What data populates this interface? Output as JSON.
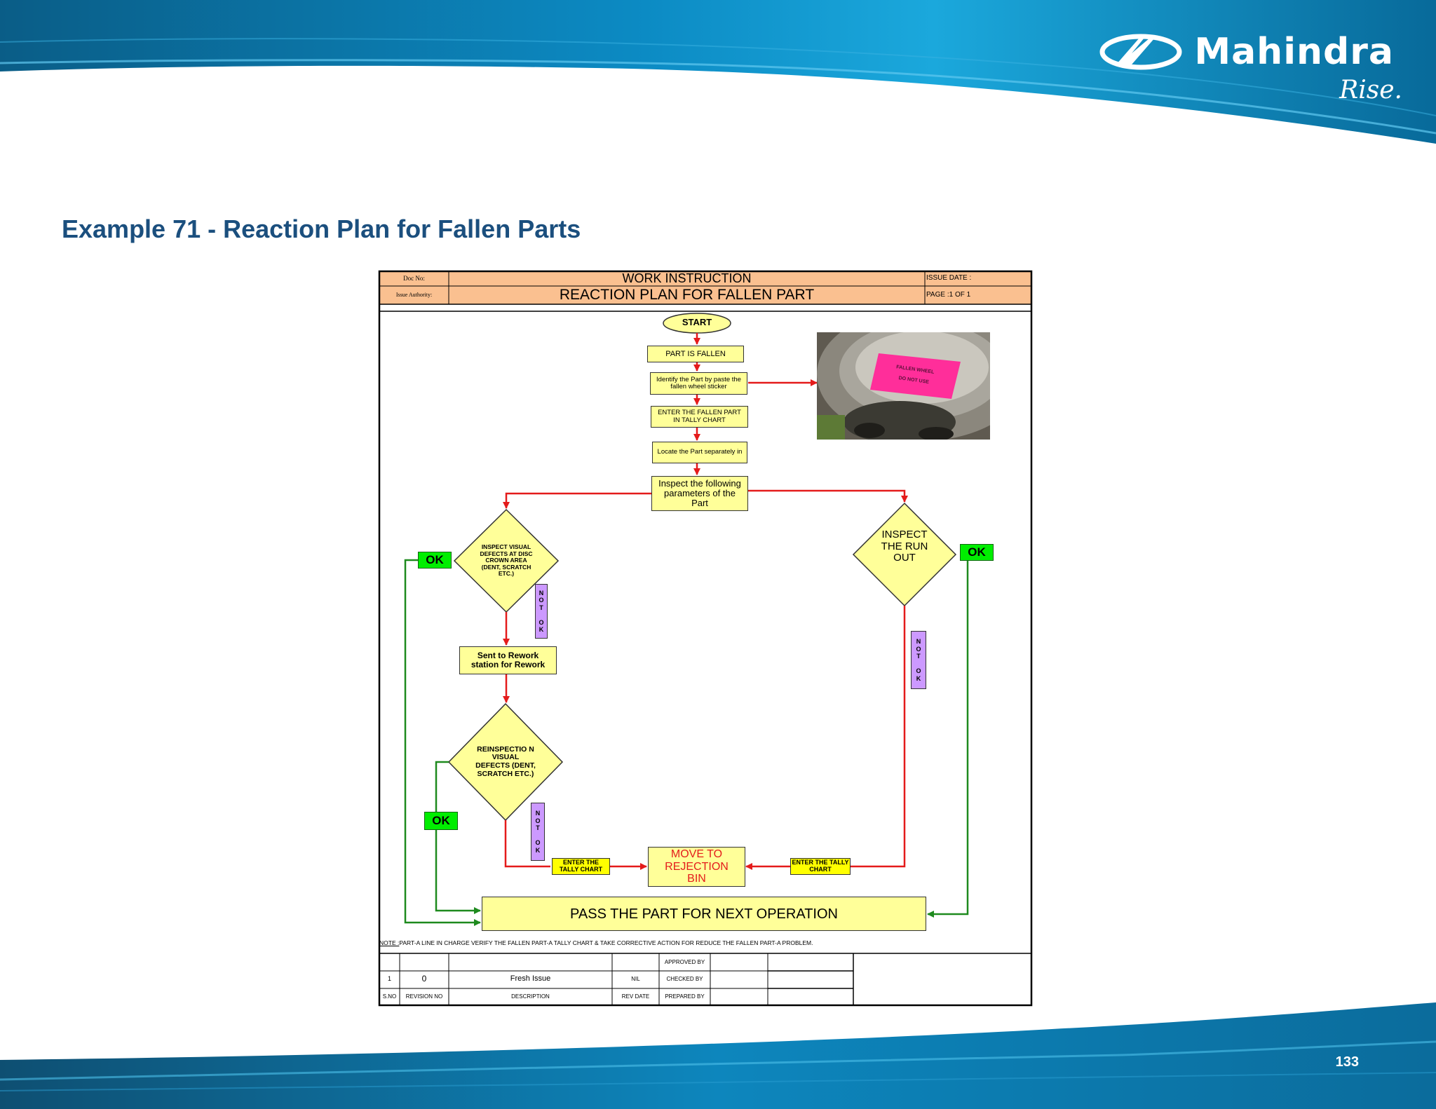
{
  "brand": {
    "name": "Mahindra",
    "tagline": "Rise."
  },
  "slide": {
    "title": "Example 71 - Reaction Plan for Fallen Parts",
    "page_number": "133"
  },
  "colors": {
    "header_blue": "#0a7fb8",
    "title_blue": "#1b4f7e",
    "header_fill": "#fac090",
    "box_fill": "#ffff99",
    "ok_green": "#00ee00",
    "not_ok_purple": "#cc99ff",
    "arrow_red": "#e41b1b",
    "arrow_green": "#1e8a1e"
  },
  "header": {
    "doc_no_label": "Doc No:",
    "title_line1": "WORK INSTRUCTION",
    "issue_date_label": "ISSUE DATE :",
    "issue_authority_label": "Issue Authority:",
    "title_line2": "REACTION PLAN FOR FALLEN PART",
    "page_label": "PAGE :1 OF 1"
  },
  "flow": {
    "start": "START",
    "step1": "PART IS FALLEN",
    "step2": "Identify the Part by paste the fallen wheel sticker",
    "step3": "ENTER THE FALLEN PART IN TALLY CHART",
    "step4": "Locate the Part separately in",
    "step5": "Inspect the following parameters of the Part",
    "decision_left": "INSPECT VISUAL DEFECTS AT DISC CROWN AREA (DENT, SCRATCH ETC.)",
    "decision_right": "INSPECT THE RUN OUT",
    "rework": "Sent to Rework station for Rework",
    "reinspection": "REINSPECTIO N VISUAL DEFECTS (DENT, SCRATCH ETC.)",
    "reject": "MOVE TO REJECTION BIN",
    "tally_left": "ENTER THE TALLY CHART",
    "tally_right": "ENTER THE TALLY CHART",
    "pass": "PASS THE PART FOR NEXT OPERATION",
    "ok_label": "OK",
    "not_ok_letters": [
      "N",
      "O",
      "T",
      "",
      "O",
      "K"
    ],
    "photo_sticker_text": "FALLEN WHEEL DO NOT USE"
  },
  "note": {
    "prefix": "NOTE :",
    "text": "PART-A LINE IN CHARGE VERIFY THE FALLEN PART-A TALLY CHART & TAKE CORRECTIVE ACTION FOR REDUCE THE FALLEN PART-A PROBLEM."
  },
  "revision_table": {
    "approved_by": "APPROVED BY",
    "checked_by": "CHECKED BY",
    "prepared_by": "PREPARED BY",
    "row": {
      "sno": "1",
      "revision_no": "0",
      "description": "Fresh Issue",
      "rev_date": "NIL"
    },
    "headers": {
      "sno": "S.NO",
      "revision_no": "REVISION NO",
      "description": "DESCRIPTION",
      "rev_date": "REV DATE"
    }
  }
}
